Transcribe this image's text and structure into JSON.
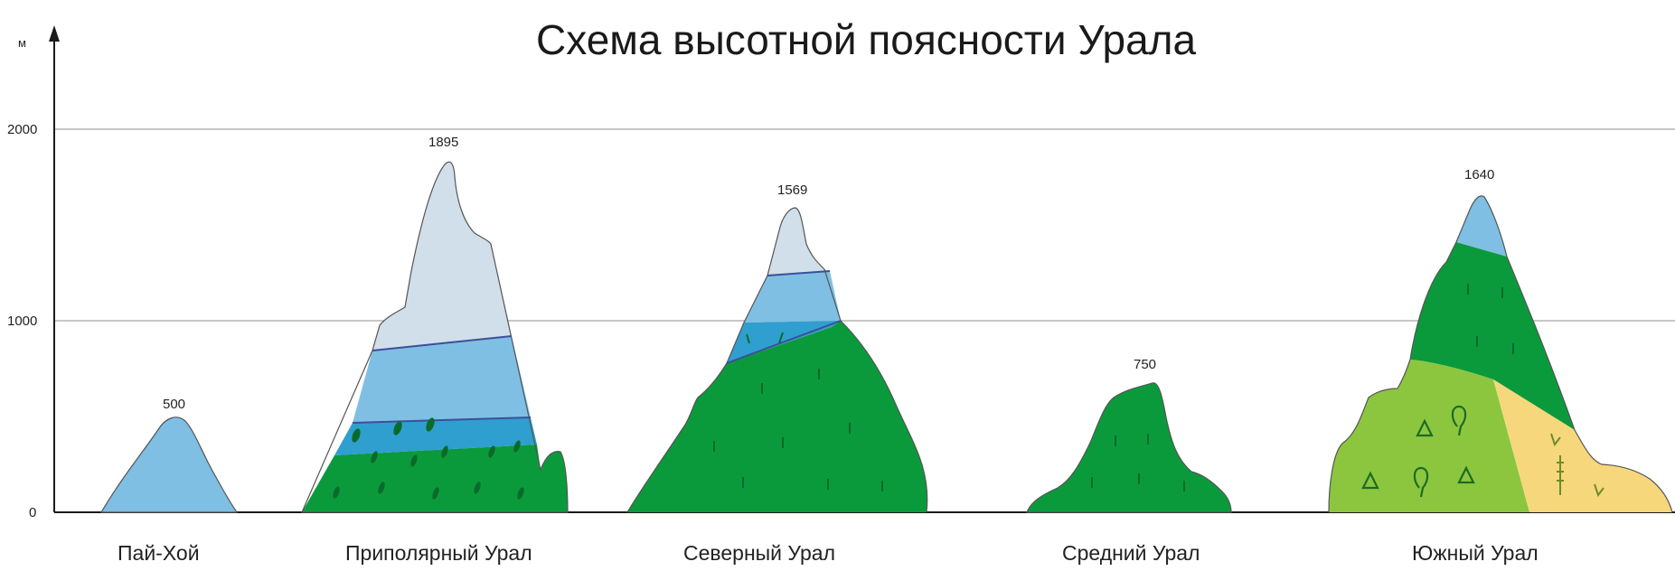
{
  "title": "Схема высотной поясности Урала",
  "y_axis": {
    "unit": "м",
    "ticks": [
      "0",
      "1000",
      "2000"
    ]
  },
  "mountains": [
    {
      "name": "Пай-Хой",
      "peak_label": "500"
    },
    {
      "name": "Приполярный Урал",
      "peak_label": "1895"
    },
    {
      "name": "Северный Урал",
      "peak_label": "1569"
    },
    {
      "name": "Средний Урал",
      "peak_label": "750"
    },
    {
      "name": "Южный Урал",
      "peak_label": "1640"
    }
  ],
  "colors": {
    "forest": "#0a9a3c",
    "light_forest": "#8cc63f",
    "steppe": "#f6d77c",
    "tundra": "#7fbfe3",
    "mountain_tundra": "#2f9fd0",
    "snow": "#d0dfe9"
  }
}
